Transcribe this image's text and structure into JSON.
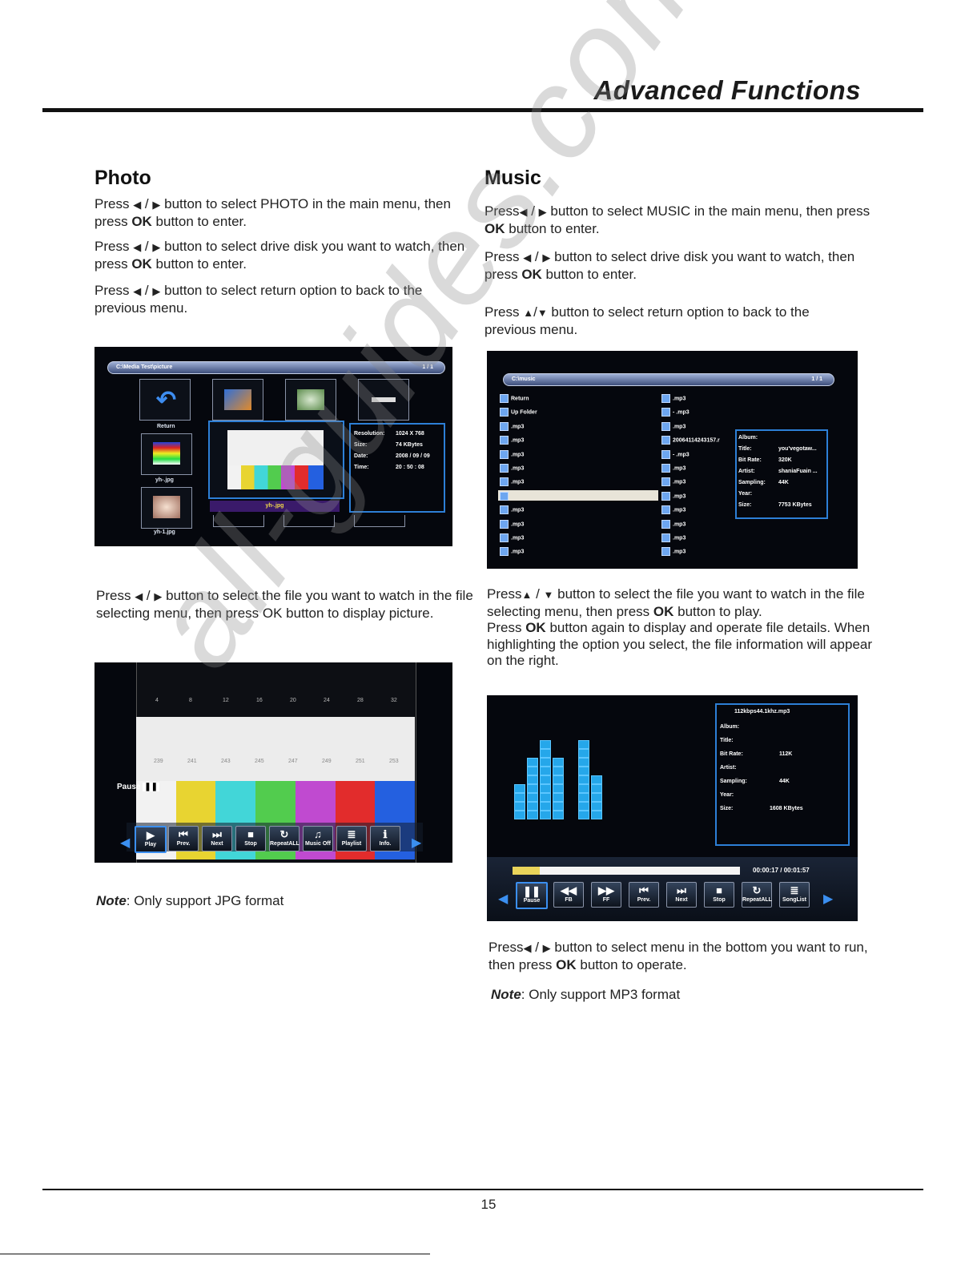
{
  "header": {
    "title": "Advanced Functions"
  },
  "footer": {
    "page_number": "15"
  },
  "watermark": "all-guides.com",
  "photo": {
    "heading": "Photo",
    "p1": {
      "a": "Press",
      "b": "button to select PHOTO in the main menu, then press",
      "ok": "OK",
      "c": "button to enter."
    },
    "p2": {
      "a": "Press",
      "b": "button to select drive disk you want to watch, then press",
      "ok": "OK",
      "c": "button to enter."
    },
    "p3": {
      "a": "Press",
      "b": "button to select return option to back to the previous menu."
    },
    "p4": {
      "a": "Press",
      "b": "button to select the file you want to watch in the file selecting menu, then press OK button to display picture."
    },
    "note_label": "Note",
    "note_text": ": Only support JPG format",
    "screen1": {
      "path": "C:\\Media  Test\\picture",
      "page": "1 / 1",
      "thumb_labels": [
        "Return",
        "yh-.jpg",
        "yh-1.jpg"
      ],
      "preview_label": "yh-.jpg",
      "info": [
        {
          "k": "Resolution:",
          "v": "1024 X 768"
        },
        {
          "k": "Size:",
          "v": "74 KBytes"
        },
        {
          "k": "Date:",
          "v": "2008 / 09 / 09"
        },
        {
          "k": "Time:",
          "v": "20 : 50 : 08"
        }
      ]
    },
    "screen2": {
      "top_ticks": [
        "4",
        "8",
        "12",
        "16",
        "20",
        "24",
        "28",
        "32"
      ],
      "bottom_ticks": [
        "239",
        "241",
        "243",
        "245",
        "247",
        "249",
        "251",
        "253"
      ],
      "pause_label": "Pause",
      "bar_colors": [
        "#f2f2f2",
        "#e8d431",
        "#42d6d8",
        "#52cc4e",
        "#c04ad0",
        "#e22c2c",
        "#2460e0"
      ],
      "controls": [
        {
          "glyph": "▶",
          "label": "Play"
        },
        {
          "glyph": "⏮",
          "label": "Prev."
        },
        {
          "glyph": "⏭",
          "label": "Next"
        },
        {
          "glyph": "■",
          "label": "Stop"
        },
        {
          "glyph": "↻",
          "label": "RepeatALL"
        },
        {
          "glyph": "♫",
          "label": "Music Off"
        },
        {
          "glyph": "≣",
          "label": "Playlist"
        },
        {
          "glyph": "ℹ",
          "label": "Info."
        }
      ]
    }
  },
  "music": {
    "heading": "Music",
    "p1": {
      "a": "Press",
      "b": "button to select MUSIC in the main menu, then press",
      "ok": "OK",
      "c": "button to enter."
    },
    "p2": {
      "a": "Press",
      "b": "button to select drive disk you want to watch, then press",
      "ok": "OK",
      "c": "button to enter."
    },
    "p3": {
      "a": "Press",
      "b": "button to select return option to back to the previous menu."
    },
    "p4": {
      "a": "Press",
      "b": "button to select the file you want to watch in the file selecting  menu,  then press",
      "ok": "OK",
      "c": "button to play.",
      "d": "Press",
      "ok2": "OK",
      "e": "button again to display and operate file details. When highlighting the option you select, the file information will appear on the right."
    },
    "p5": {
      "a": "Press",
      "b": "button to select menu in the bottom you want to run, then press",
      "ok": "OK",
      "c": "button to operate."
    },
    "note_label": "Note",
    "note_text": ": Only support MP3 format",
    "screen1": {
      "path": "C:\\music",
      "page": "1 / 1",
      "left_files": [
        "Return",
        "Up Folder",
        ".mp3",
        ".mp3",
        ".mp3",
        ".mp3",
        ".mp3",
        "",
        ".mp3",
        ".mp3",
        ".mp3",
        ".mp3"
      ],
      "right_files": [
        ".mp3",
        "- .mp3",
        ".mp3",
        "20064114243157.r",
        "- .mp3",
        ".mp3",
        ".mp3",
        ".mp3",
        ".mp3",
        ".mp3",
        ".mp3",
        ".mp3"
      ],
      "info": [
        {
          "k": "Album:",
          "v": ""
        },
        {
          "k": "Title:",
          "v": "you'vegotaw..."
        },
        {
          "k": "Bit Rate:",
          "v": "320K"
        },
        {
          "k": "Artist:",
          "v": "shaniaFuain  ..."
        },
        {
          "k": "Sampling:",
          "v": "44K"
        },
        {
          "k": "Year:",
          "v": ""
        },
        {
          "k": "Size:",
          "v": "7753 KBytes"
        }
      ]
    },
    "screen2": {
      "file_name": "112kbps44.1khz.mp3",
      "info": [
        {
          "k": "Album:",
          "v": ""
        },
        {
          "k": "Title:",
          "v": ""
        },
        {
          "k": "Bit Rate:",
          "v": "112K"
        },
        {
          "k": "Artist:",
          "v": ""
        },
        {
          "k": "Sampling:",
          "v": "44K"
        },
        {
          "k": "Year:",
          "v": ""
        },
        {
          "k": "Size:",
          "v": "1608 KBytes"
        }
      ],
      "time": "00:00:17 / 00:01:57",
      "progress": 0.12,
      "eq_levels": [
        4,
        7,
        9,
        7,
        0,
        9,
        5,
        0
      ],
      "controls": [
        {
          "glyph": "❚❚",
          "label": "Pause"
        },
        {
          "glyph": "◀◀",
          "label": "FB"
        },
        {
          "glyph": "▶▶",
          "label": "FF"
        },
        {
          "glyph": "⏮",
          "label": "Prev."
        },
        {
          "glyph": "⏭",
          "label": "Next"
        },
        {
          "glyph": "■",
          "label": "Stop"
        },
        {
          "glyph": "↻",
          "label": "RepeatALL"
        },
        {
          "glyph": "≣",
          "label": "SongList"
        }
      ]
    }
  }
}
